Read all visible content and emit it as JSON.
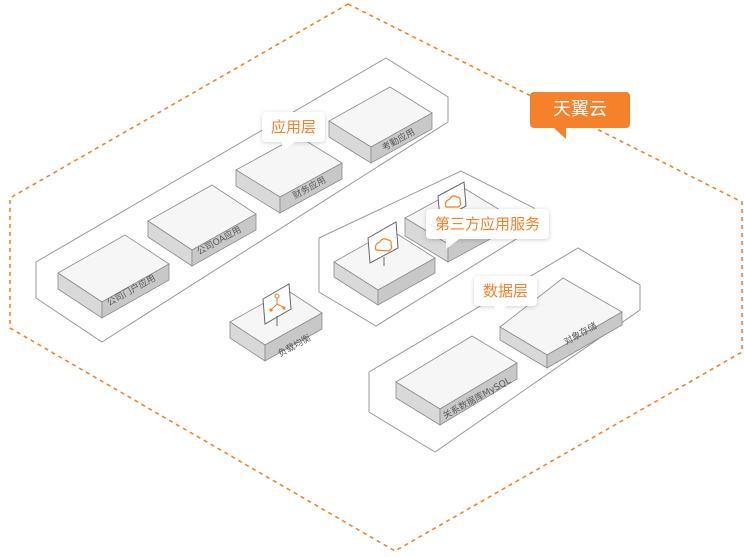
{
  "brand": {
    "name": "天翼云",
    "color": "#f5822a"
  },
  "layers": {
    "application": {
      "label": "应用层"
    },
    "third_party": {
      "label": "第三方应用服务"
    },
    "data": {
      "label": "数据层"
    }
  },
  "components": {
    "portal_app": "公司门户应用",
    "oa_app": "公司OA应用",
    "finance_app": "财务应用",
    "exam_app": "考勤应用",
    "load_balancer": "负载均衡",
    "relational_db": "关系数据库MySQL",
    "object_storage": "对象存储"
  },
  "icons": {
    "third_party_primary": "cloud-monitor-icon",
    "third_party_secondary": "cloud-monitor-icon",
    "load_balancer": "load-balancer-icon"
  },
  "colors": {
    "boundary": "#f5822a",
    "platform_stroke": "#9a9a9a",
    "box_top": "#f6f6f6",
    "box_left": "#d9d9d9",
    "box_right": "#c8c8c8"
  }
}
